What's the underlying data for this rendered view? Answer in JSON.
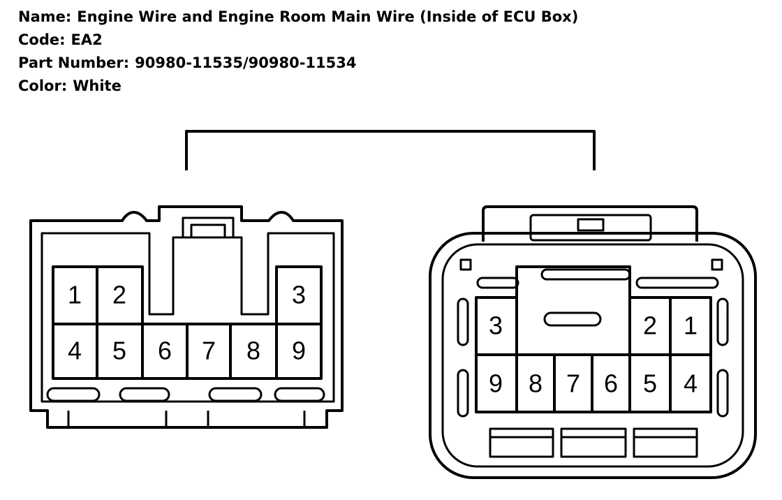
{
  "info": {
    "name_label": "Name:",
    "name_value": "Engine Wire and Engine Room Main Wire (Inside of ECU Box)",
    "code_label": "Code:",
    "code_value": "EA2",
    "part_label": "Part Number:",
    "part_value": "90980-11535/90980-11534",
    "color_label": "Color:",
    "color_value": "White"
  },
  "left_connector": {
    "row1": [
      "1",
      "2",
      "3"
    ],
    "row2": [
      "4",
      "5",
      "6",
      "7",
      "8",
      "9"
    ]
  },
  "right_connector": {
    "row1": [
      "3",
      "2",
      "1"
    ],
    "row2": [
      "9",
      "8",
      "7",
      "6",
      "5",
      "4"
    ]
  }
}
